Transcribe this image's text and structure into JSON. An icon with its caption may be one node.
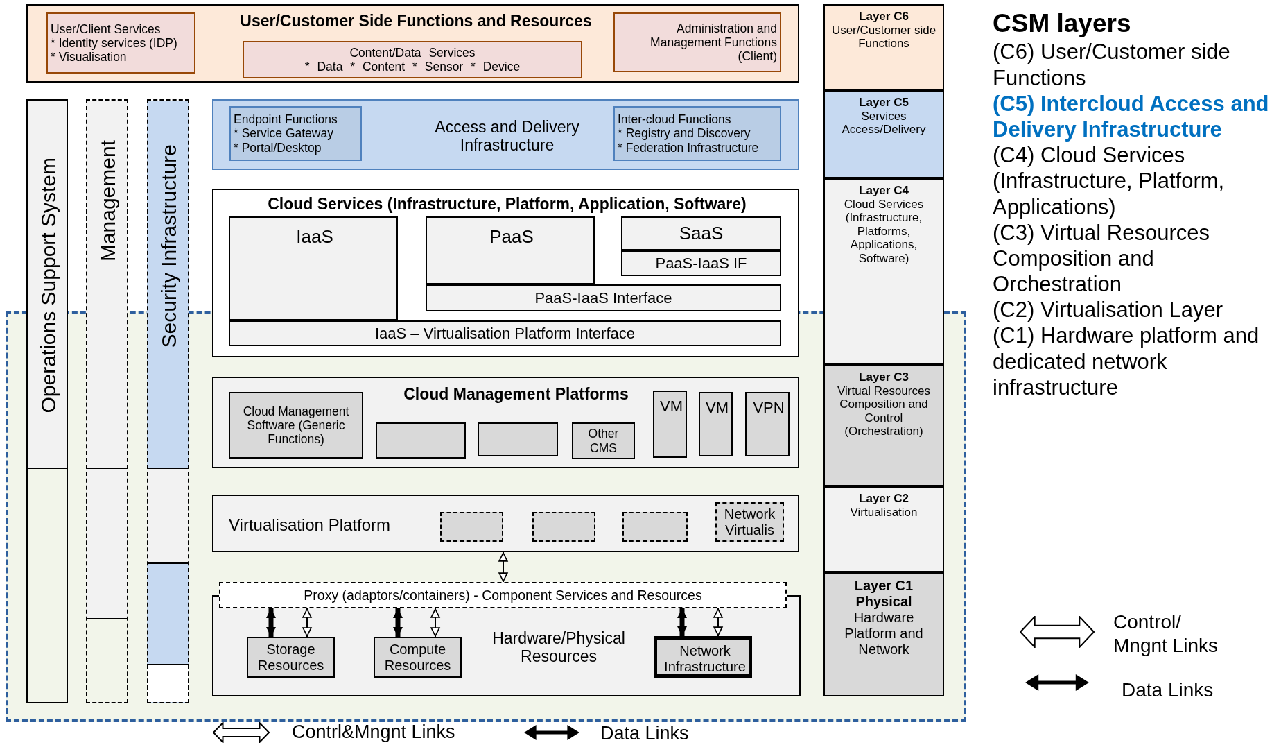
{
  "diagram": {
    "nodes": [
      {
        "text": [
          "User/Customer Side Functions and Resources"
        ]
      },
      {
        "text": [
          "User/Client Services",
          "* Identity services (IDP)",
          "* Visualisation"
        ],
        "in": 0
      },
      {
        "text": [
          "Content/Data Services",
          "* Data * Content * Sensor * Device"
        ],
        "in": 0
      },
      {
        "text": [
          "Administration and Management Functions (Client)"
        ],
        "in": 0
      },
      {
        "text": [
          "Operations Support System"
        ]
      },
      {
        "text": [
          "Management"
        ]
      },
      {
        "text": [
          "Security Infrastructure"
        ]
      },
      {
        "text": [
          "Access and Delivery Infrastructure"
        ]
      },
      {
        "text": [
          "Endpoint Functions",
          "* Service Gateway",
          "* Portal/Desktop"
        ],
        "in": 7
      },
      {
        "text": [
          "Inter-cloud Functions",
          "* Registry and Discovery",
          "* Federation Infrastructure"
        ],
        "in": 7
      },
      {
        "text": [
          "Cloud Services (Infrastructure, Platform, Application, Software)"
        ]
      },
      {
        "text": [
          "IaaS"
        ],
        "in": 10
      },
      {
        "text": [
          "PaaS"
        ],
        "in": 10
      },
      {
        "text": [
          "SaaS"
        ],
        "in": 10
      },
      {
        "text": [
          "PaaS-IaaS IF"
        ],
        "in": 10
      },
      {
        "text": [
          "PaaS-IaaS Interface"
        ],
        "in": 10
      },
      {
        "text": [
          "IaaS – Virtualisation Platform Interface"
        ],
        "in": 10
      },
      {
        "text": [
          "Cloud Management Platforms"
        ]
      },
      {
        "text": [
          "Cloud Management Software (Generic Functions)"
        ],
        "in": 17
      },
      {
        "text": [],
        "shape": "box",
        "in": 17
      },
      {
        "text": [],
        "shape": "box",
        "in": 17
      },
      {
        "text": [
          "Other CMS"
        ],
        "in": 17
      },
      {
        "text": [
          "VM"
        ],
        "in": 17
      },
      {
        "text": [
          "VM"
        ],
        "in": 17
      },
      {
        "text": [
          "VPN"
        ],
        "in": 17
      },
      {
        "text": [
          "Virtualisation Platform"
        ]
      },
      {
        "text": [],
        "shape": "box",
        "in": 25
      },
      {
        "text": [],
        "shape": "box",
        "in": 25
      },
      {
        "text": [],
        "shape": "box",
        "in": 25
      },
      {
        "text": [
          "Network Virtualis"
        ],
        "in": 25
      },
      {
        "text": [
          "Proxy (adaptors/containers) - Component Services and Resources"
        ]
      },
      {
        "text": [
          "Hardware/Physical Resources"
        ]
      },
      {
        "text": [
          "Storage Resources"
        ],
        "in": 31
      },
      {
        "text": [
          "Compute Resources"
        ],
        "in": 31
      },
      {
        "text": [
          "Network Infrastructure"
        ],
        "in": 31
      },
      {
        "text": [
          "Layer C6",
          "User/Customer side Functions"
        ]
      },
      {
        "text": [
          "Layer C5",
          "Services Access/Delivery"
        ]
      },
      {
        "text": [
          "Layer C4",
          "Cloud Services (Infrastructure, Platforms, Applications, Software)"
        ]
      },
      {
        "text": [
          "Layer C3",
          "Virtual Resources Composition and Control (Orchestration)"
        ]
      },
      {
        "text": [
          "Layer C2",
          "Virtualisation"
        ]
      },
      {
        "text": [
          "Layer C1 Physical",
          "Hardware Platform and Network"
        ]
      }
    ],
    "edges": [
      {
        "from": 25,
        "to": 30,
        "arrow": "both"
      },
      {
        "from": 30,
        "to": 32,
        "arrow": "both",
        "style": "thick"
      },
      {
        "from": 30,
        "to": 32,
        "arrow": "both"
      },
      {
        "from": 30,
        "to": 33,
        "arrow": "both",
        "style": "thick"
      },
      {
        "from": 30,
        "to": 33,
        "arrow": "both"
      },
      {
        "from": 30,
        "to": 34,
        "arrow": "both",
        "style": "thick"
      },
      {
        "from": 30,
        "to": 34,
        "arrow": "both"
      }
    ],
    "labels": [
      "CSM layers",
      "(C6) User/Customer side Functions",
      "(C5) Intercloud Access and Delivery Infrastructure",
      "(C4) Cloud Services (Infrastructure, Platform, Applications)",
      "(C3) Virtual Resources Composition and Orchestration",
      "(C2) Virtualisation Layer",
      "(C1) Hardware platform and dedicated network infrastructure"
    ],
    "legend": [
      {
        "text": "Control/ Mngnt Links"
      },
      {
        "text": "Data Links"
      },
      {
        "text": "Contrl&Mngnt Links"
      },
      {
        "text": "Data Links"
      }
    ]
  }
}
